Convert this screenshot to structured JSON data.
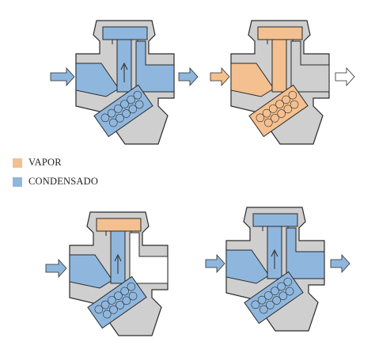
{
  "legend": {
    "items": [
      {
        "label": "VAPOR",
        "color": "#f4c08f"
      },
      {
        "label": "CONDENSADO",
        "color": "#8fb7de"
      }
    ]
  },
  "colors": {
    "body": "#cfcfcf",
    "outline": "#2a2a2a",
    "steam": "#f4c08f",
    "condensate": "#8fb7de",
    "arrow_blue": "#8fb7de",
    "arrow_orange": "#f4c08f"
  },
  "traps": [
    {
      "id": "top-left",
      "flow": "condensado",
      "description_state": "discharging"
    },
    {
      "id": "top-right",
      "flow": "vapor",
      "description_state": "closed-steam"
    },
    {
      "id": "bottom-left",
      "flow": "condensado",
      "description_state": "control-chamber-steam"
    },
    {
      "id": "bottom-right",
      "flow": "condensado",
      "description_state": "discharging"
    }
  ]
}
